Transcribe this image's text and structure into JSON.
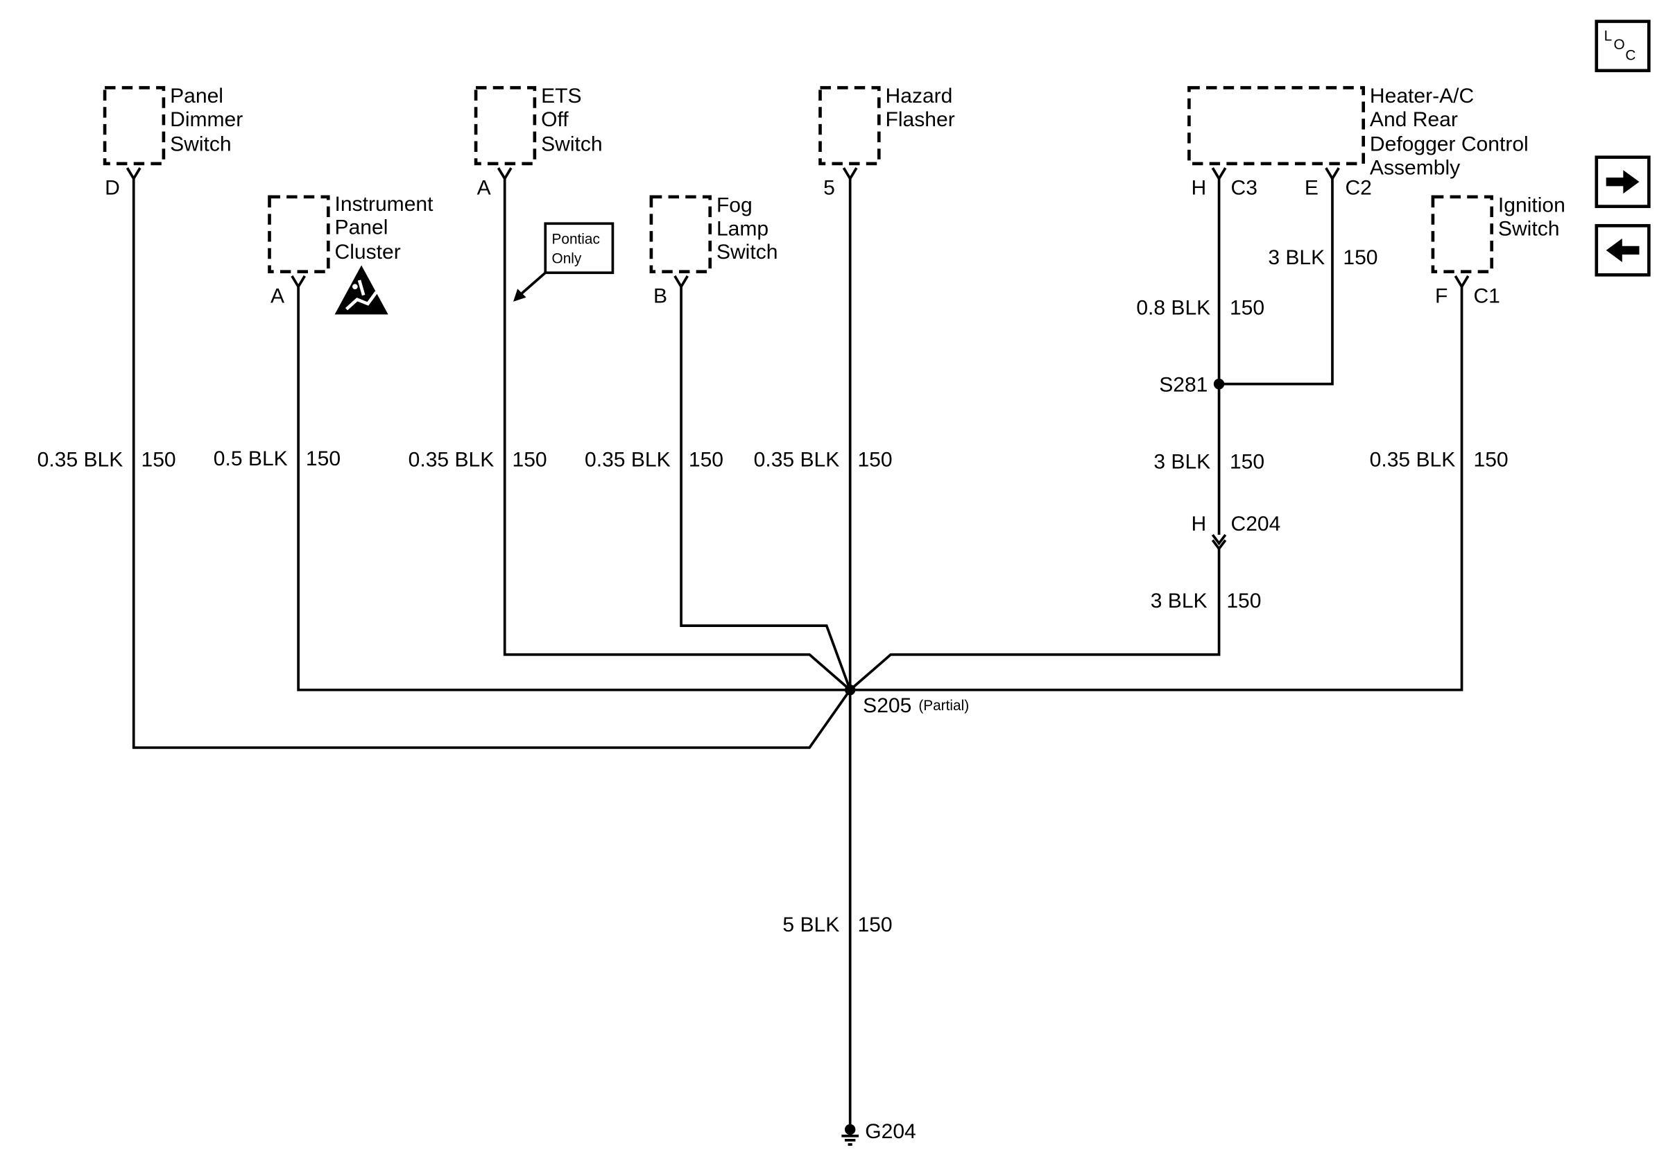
{
  "components": {
    "panel_dimmer": [
      "Panel",
      "Dimmer",
      "Switch"
    ],
    "instrument_cluster": [
      "Instrument",
      "Panel",
      "Cluster"
    ],
    "ets_off": [
      "ETS",
      "Off",
      "Switch"
    ],
    "fog_lamp": [
      "Fog",
      "Lamp",
      "Switch"
    ],
    "hazard": [
      "Hazard",
      "Flasher"
    ],
    "heater_ac": [
      "Heater-A/C",
      "And Rear",
      "Defogger Control",
      "Assembly"
    ],
    "ignition": [
      "Ignition",
      "Switch"
    ]
  },
  "pins": {
    "panel_dimmer": "D",
    "instrument_cluster": "A",
    "ets_off": "A",
    "fog_lamp": "B",
    "hazard": "5",
    "heater_h": "H",
    "heater_h_conn": "C3",
    "heater_e": "E",
    "heater_e_conn": "C2",
    "ignition": "F",
    "ignition_conn": "C1"
  },
  "wires": {
    "panel_dimmer": {
      "size": "0.35 BLK",
      "circuit": "150"
    },
    "instrument_cluster": {
      "size": "0.5 BLK",
      "circuit": "150"
    },
    "ets_off": {
      "size": "0.35 BLK",
      "circuit": "150"
    },
    "fog_lamp": {
      "size": "0.35 BLK",
      "circuit": "150"
    },
    "hazard": {
      "size": "0.35 BLK",
      "circuit": "150"
    },
    "heater_e": {
      "size": "3 BLK",
      "circuit": "150"
    },
    "heater_h": {
      "size": "0.8 BLK",
      "circuit": "150"
    },
    "s281_to_c204": {
      "size": "3 BLK",
      "circuit": "150"
    },
    "c204_to_s205": {
      "size": "3 BLK",
      "circuit": "150"
    },
    "ignition": {
      "size": "0.35 BLK",
      "circuit": "150"
    },
    "ground": {
      "size": "5 BLK",
      "circuit": "150"
    }
  },
  "splices": {
    "s281": "S281",
    "s205": "S205",
    "s205_note": "(Partial)"
  },
  "connector_c204": {
    "pin": "H",
    "name": "C204"
  },
  "ground": "G204",
  "callout": [
    "Pontiac",
    "Only"
  ],
  "esd_icon": "esd-warning-icon",
  "nav": {
    "loc": {
      "l": "L",
      "o": "O",
      "c": "C"
    },
    "next_icon": "arrow-right-icon",
    "prev_icon": "arrow-left-icon"
  }
}
